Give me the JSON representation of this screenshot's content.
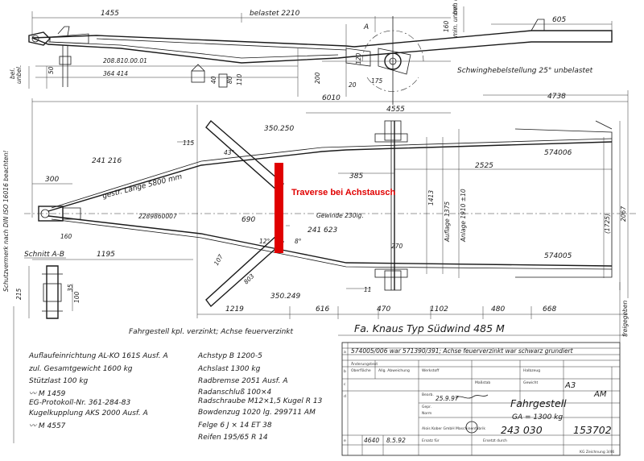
{
  "side_view": {
    "dim_1455": "1455",
    "dim_belastet": "belastet 2210",
    "dim_605": "605",
    "dim_160": "160",
    "dim_min_unbel": "min. unbel.",
    "dim_mm_unbel": "mm unbel.",
    "dim_A": "A",
    "dim_120": "120",
    "dim_200": "200",
    "dim_175": "175",
    "dim_20": "20",
    "dim_50": "50",
    "dim_bel": "bel.",
    "dim_unbel": "unbel.",
    "part_208": "208.810.00.01",
    "part_364": "364 414",
    "swing_text": "Schwinghebelstellung 25° unbelastet",
    "dim_40": "40",
    "dim_80": "80",
    "dim_110": "110"
  },
  "top_view": {
    "dim_6010": "6010",
    "dim_4738": "4738",
    "dim_4555": "4555",
    "part_350250": "350.250",
    "dim_115": "115",
    "angle_43": "43°",
    "part_241216": "241 216",
    "dim_300": "300",
    "length_text": "gestr. Länge 5800 mm",
    "part_574006": "574006",
    "dim_385": "385",
    "dim_2525": "2525",
    "dim_1413": "1413",
    "dim_1375": "Auflage 1375",
    "dim_1910": "Anlage 1910 ±10",
    "dim_1725": "(1725)",
    "dim_2067": "2067",
    "part_2289": "2289860007",
    "dim_690": "690",
    "gewinde": "Gewinde 230lg.",
    "part_241623": "241 623",
    "dim_160": "160",
    "dim_1195": "1195",
    "angle_12": "12°",
    "angle_8": "8°",
    "dim_270": "270",
    "part_574005": "574005",
    "dim_107": "107",
    "dim_803": "803",
    "part_350249": "350.249",
    "dim_11": "11",
    "dim_1219": "1219",
    "dim_616": "616",
    "dim_470": "470",
    "dim_1102": "1102",
    "dim_480": "480",
    "dim_668": "668",
    "red_label": "Traverse bei Achstausch"
  },
  "section": {
    "title": "Schnitt A-B",
    "dim_215": "215",
    "dim_35": "35",
    "dim_100": "100"
  },
  "left_margin": {
    "vertical_text": "Schutzvermerk nach DIN ISO 16016 beachten!"
  },
  "notes": {
    "finish": "Fahrgestell kpl. verzinkt; Achse feuerverzinkt",
    "left_col": [
      "Auflaufeinrichtung AL-KO 161S   Ausf. A",
      "zul. Gesamtgewicht 1600 kg",
      "Stützlast 100 kg",
      "〰 M 1459",
      "EG-Protokoll-Nr. 361-284-83",
      "Kugelkupplung AKS 2000  Ausf. A",
      "〰 M 4557"
    ],
    "right_col": [
      "Achstyp B 1200-5",
      "Achslast 1300 kg",
      "Radbremse 2051 Ausf. A",
      "Radanschluß 100×4",
      "Radschraube M12×1,5 Kugel  R 13",
      "Bowdenzug 1020 lg. 299711 AM",
      "Felge   6 J × 14  ET 38",
      "Reifen 195/65 R 14"
    ]
  },
  "title_block": {
    "customer": "Fa. Knaus  Typ Südwind 485 M",
    "revision": "574005/006 war 571390/391; Achse feuerverzinkt war schwarz grundiert",
    "freigegeben": "freigegeben",
    "name": "Fahrgestell",
    "weight": "GA = 1300 kg",
    "format": "A3",
    "code": "AM",
    "date_hand": "25.9.97",
    "number": "243 030",
    "drawing_no": "153702",
    "date_bottom": "8.5.92",
    "rev_4640": "4640",
    "company": "Alois Kober GmbH Maschinenfabrik",
    "hdr_aenderung": "Änderungstext",
    "hdr_oberflaeche": "Oberfläche",
    "hdr_abw": "Allg. Abweichung",
    "hdr_werkstoff": "Werkstoff",
    "hdr_massstab": "Maßstab",
    "hdr_halbzeug": "Halbzeug",
    "hdr_gewicht": "Gewicht",
    "hdr_bearb": "Bearb.",
    "hdr_gepr": "Gepr.",
    "hdr_norm": "Norm",
    "row_a": "a",
    "row_b": "b",
    "row_c": "c",
    "row_d": "d",
    "row_e": "e",
    "ersatz": "Ersatz für",
    "ersetzt": "Ersetzt durch",
    "zeichnung": "KG Zeichnung 3/46"
  }
}
